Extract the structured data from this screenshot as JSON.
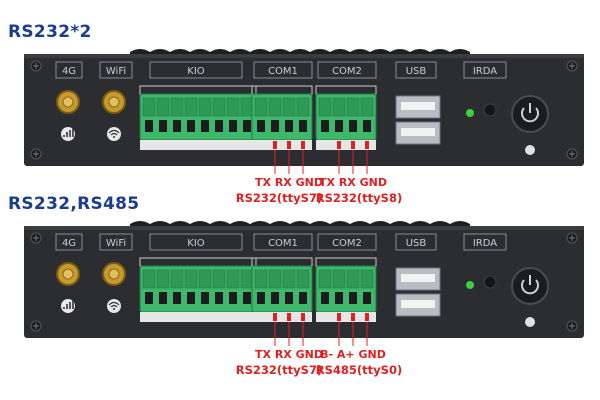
{
  "sections": [
    {
      "title": "RS232*2",
      "device": {
        "panel_labels": [
          "4G",
          "WiFi",
          "KIO",
          "COM1",
          "COM2",
          "USB",
          "IRDA"
        ],
        "pin_labels": [
          "GND",
          "TX",
          "RX",
          "GND"
        ]
      },
      "com1": {
        "pins": "TX RX GND",
        "name": "RS232(ttyS7)"
      },
      "com2": {
        "pins": "TX RX GND",
        "name": "RS232(ttyS8)"
      }
    },
    {
      "title": "RS232,RS485",
      "device": {
        "panel_labels": [
          "4G",
          "WiFi",
          "KIO",
          "COM1",
          "COM2",
          "USB",
          "IRDA"
        ],
        "pin_labels": [
          "GND",
          "TX",
          "RX",
          "GND"
        ]
      },
      "com1": {
        "pins": "TX RX GND",
        "name": "RS232(ttyS7)"
      },
      "com2": {
        "pins": "B-  A+ GND",
        "name": "RS485(ttyS0)"
      }
    }
  ],
  "colors": {
    "title": "#1a3d8c",
    "chassis": "#2b2d30",
    "terminal_green": "#3fb86b",
    "label_red": "#e02020",
    "led_green": "#3cd23c"
  },
  "icons": [
    "antenna-icon",
    "wifi-icon",
    "signal-bars-icon",
    "power-icon",
    "usb-port-icon"
  ]
}
